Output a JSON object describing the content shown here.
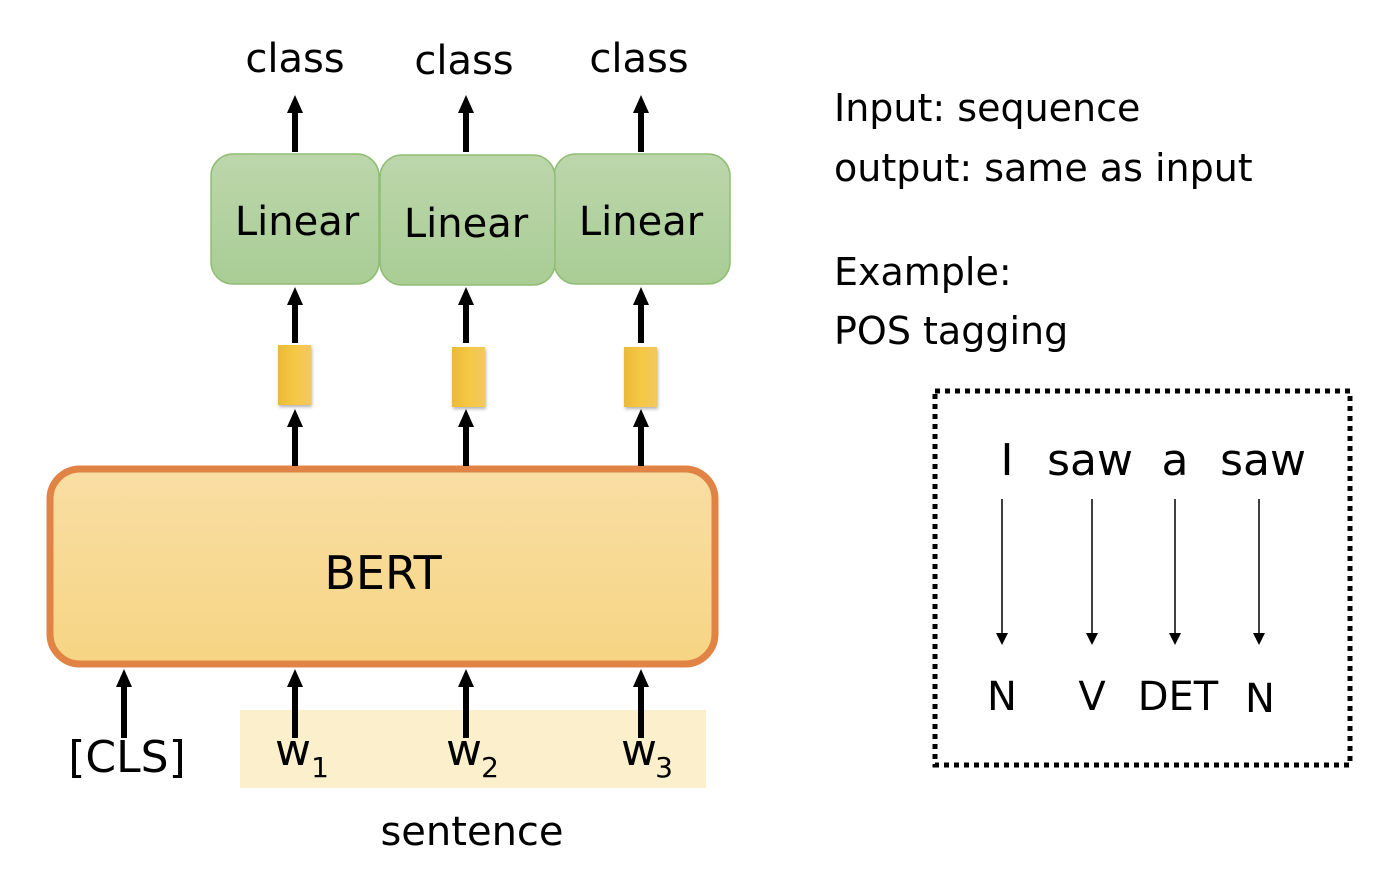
{
  "diagram": {
    "outputs": [
      "class",
      "class",
      "class"
    ],
    "linear_label": "Linear",
    "bert_label": "BERT",
    "cls_token": "[CLS]",
    "tokens": [
      {
        "base": "w",
        "sub": "1"
      },
      {
        "base": "w",
        "sub": "2"
      },
      {
        "base": "w",
        "sub": "3"
      }
    ],
    "sentence_label": "sentence",
    "colors": {
      "linear_fill": "#b4d3a2",
      "linear_stroke": "#82b366",
      "bert_fill": "#f8d88f",
      "bert_stroke": "#e08345",
      "embedding_fill": "#f2c443",
      "sentence_bg": "#fcf0cc"
    }
  },
  "description": {
    "line1": "Input: sequence",
    "line2": "output: same as input",
    "line3": "Example:",
    "line4": "POS tagging"
  },
  "example": {
    "words": [
      "I",
      "saw",
      "a",
      "saw"
    ],
    "tags": [
      "N",
      "V",
      "DET",
      "N"
    ]
  }
}
